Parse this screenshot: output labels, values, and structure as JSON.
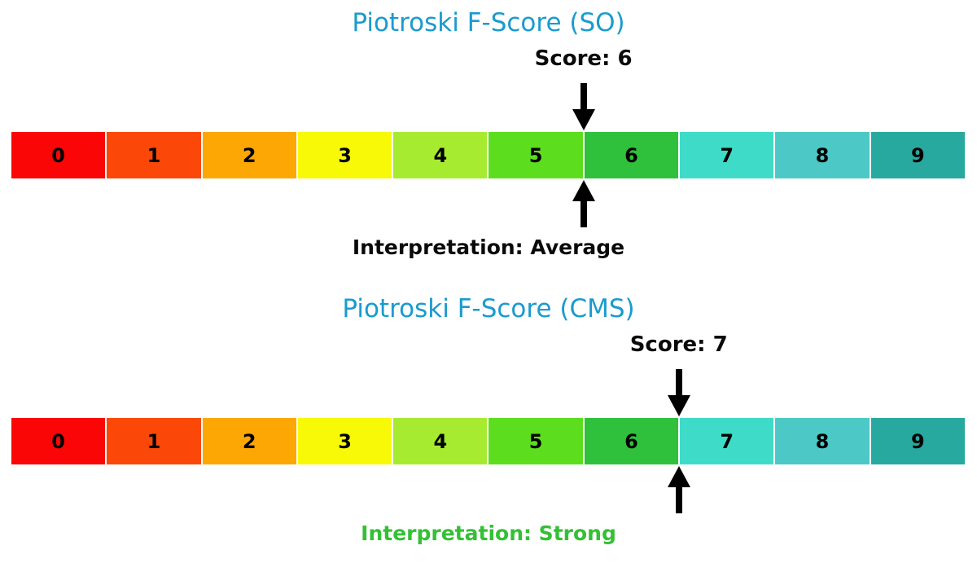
{
  "figure": {
    "background": "#FFFFFF",
    "scale_min": 0,
    "scale_max": 10
  },
  "charts": [
    {
      "title": "Piotroski F-Score (SO)",
      "title_color": "#1A9BCE",
      "score": 6,
      "score_label": "Score: 6",
      "interpretation_label": "Interpretation: Average",
      "interpretation_color": "#0A0A0A",
      "scale": {
        "labels": [
          "0",
          "1",
          "2",
          "3",
          "4",
          "5",
          "6",
          "7",
          "8",
          "9"
        ],
        "colors": [
          "#FA0606",
          "#FB4708",
          "#FCA704",
          "#F8F906",
          "#A7EB31",
          "#5CDE1E",
          "#2FC13B",
          "#3EDCC8",
          "#4CC9C6",
          "#27A9A0"
        ]
      }
    },
    {
      "title": "Piotroski F-Score (CMS)",
      "title_color": "#1A9BCE",
      "score": 7,
      "score_label": "Score: 7",
      "interpretation_label": "Interpretation: Strong",
      "interpretation_color": "#34C034",
      "scale": {
        "labels": [
          "0",
          "1",
          "2",
          "3",
          "4",
          "5",
          "6",
          "7",
          "8",
          "9"
        ],
        "colors": [
          "#FA0606",
          "#FB4708",
          "#FCA704",
          "#F8F906",
          "#A7EB31",
          "#5CDE1E",
          "#2FC13B",
          "#3EDCC8",
          "#4CC9C6",
          "#27A9A0"
        ]
      }
    }
  ],
  "chart_data": [
    {
      "type": "bar",
      "subtype": "score-scale-gauge",
      "title": "Piotroski F-Score (SO)",
      "categories": [
        "0",
        "1",
        "2",
        "3",
        "4",
        "5",
        "6",
        "7",
        "8",
        "9"
      ],
      "values": [
        1,
        1,
        1,
        1,
        1,
        1,
        1,
        1,
        1,
        1
      ],
      "segment_colors": [
        "#FA0606",
        "#FB4708",
        "#FCA704",
        "#F8F906",
        "#A7EB31",
        "#5CDE1E",
        "#2FC13B",
        "#3EDCC8",
        "#4CC9C6",
        "#27A9A0"
      ],
      "marker_score": 6,
      "marker_label": "Score: 6",
      "annotation": "Interpretation: Average",
      "annotation_color": "#0A0A0A",
      "xlim": [
        0,
        10
      ],
      "legend": "none",
      "grid": false
    },
    {
      "type": "bar",
      "subtype": "score-scale-gauge",
      "title": "Piotroski F-Score (CMS)",
      "categories": [
        "0",
        "1",
        "2",
        "3",
        "4",
        "5",
        "6",
        "7",
        "8",
        "9"
      ],
      "values": [
        1,
        1,
        1,
        1,
        1,
        1,
        1,
        1,
        1,
        1
      ],
      "segment_colors": [
        "#FA0606",
        "#FB4708",
        "#FCA704",
        "#F8F906",
        "#A7EB31",
        "#5CDE1E",
        "#2FC13B",
        "#3EDCC8",
        "#4CC9C6",
        "#27A9A0"
      ],
      "marker_score": 7,
      "marker_label": "Score: 7",
      "annotation": "Interpretation: Strong",
      "annotation_color": "#34C034",
      "xlim": [
        0,
        10
      ],
      "legend": "none",
      "grid": false
    }
  ]
}
